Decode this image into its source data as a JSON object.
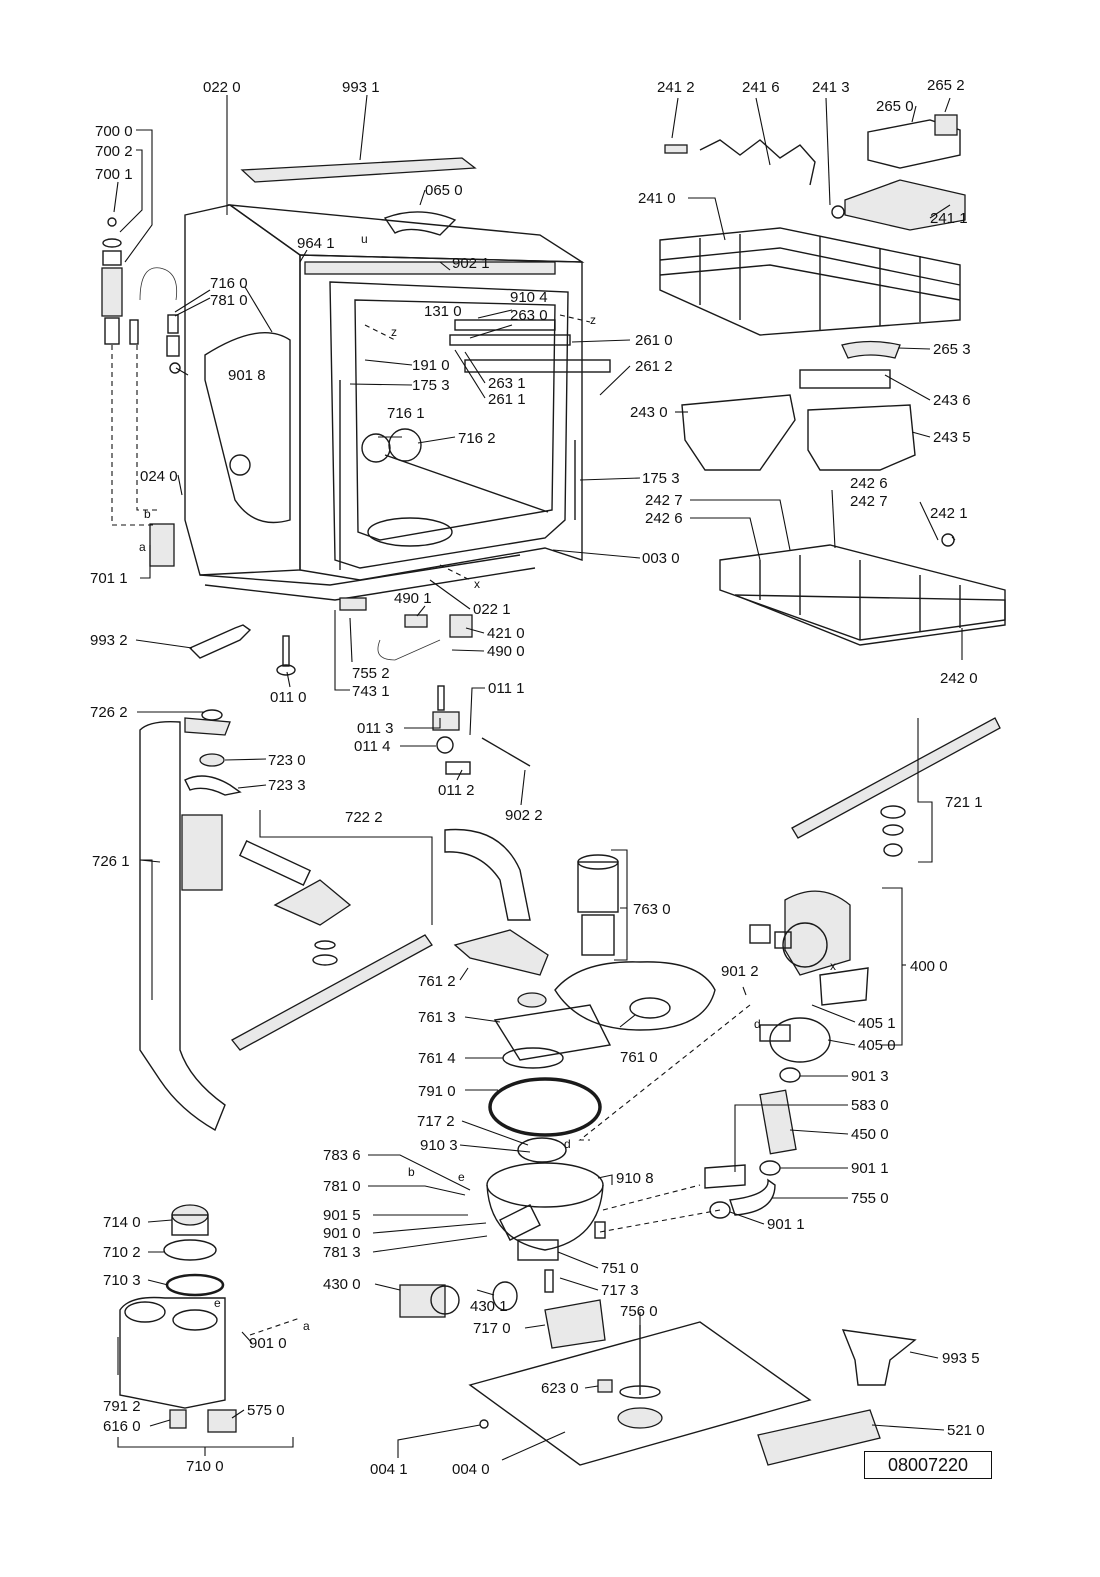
{
  "drawing_code": "08007220",
  "part_labels": {
    "p0220": "022 0",
    "p9931": "993 1",
    "p7000": "700 0",
    "p7002": "700 2",
    "p7001": "700 1",
    "p0650": "065 0",
    "p9641": "964 1",
    "p9021": "902 1",
    "p7160": "716 0",
    "p7810": "781 0",
    "p9104": "910 4",
    "p1310": "131 0",
    "p2630": "263 0",
    "p2610": "261 0",
    "p2612": "261 2",
    "p9018": "901 8",
    "p1910": "191 0",
    "p1753": "175 3",
    "p2631": "263 1",
    "p2611": "261 1",
    "p7161": "716 1",
    "p7162": "716 2",
    "p0240": "024 0",
    "p1753b": "175 3",
    "p0030": "003 0",
    "p7011": "701 1",
    "p4901": "490 1",
    "p0221": "022 1",
    "p4210": "421 0",
    "p4900": "490 0",
    "p9932": "993 2",
    "p7552": "755 2",
    "p0110": "011 0",
    "p7431": "743 1",
    "p2412": "241 2",
    "p2416": "241 6",
    "p2413": "241 3",
    "p2652": "265 2",
    "p2650": "265 0",
    "p2410": "241 0",
    "p2411": "241 1",
    "p2653": "265 3",
    "p2430": "243 0",
    "p2436": "243 6",
    "p2435": "243 5",
    "p2426": "242 6",
    "p2427": "242 7",
    "p2427b": "242 7",
    "p2426b": "242 6",
    "p2421": "242 1",
    "p2420": "242 0",
    "p7262": "726 2",
    "p7230": "723 0",
    "p7233": "723 3",
    "p0111": "011 1",
    "p0113": "011 3",
    "p0114": "011 4",
    "p0112": "011 2",
    "p9022": "902 2",
    "p7222": "722 2",
    "p7211": "721 1",
    "p7261": "726 1",
    "p7630": "763 0",
    "p7612": "761 2",
    "p4000": "400 0",
    "p9012": "901 2",
    "p7613": "761 3",
    "p4051": "405 1",
    "p7614": "761 4",
    "p7610": "761 0",
    "p4050": "405 0",
    "p7910": "791 0",
    "p9013": "901 3",
    "p7172": "717 2",
    "p5830": "583 0",
    "p9103": "910 3",
    "p4500": "450 0",
    "p7836": "783 6",
    "p9108": "910 8",
    "p9011": "901 1",
    "p7810b": "781 0",
    "p7550": "755 0",
    "p7140": "714 0",
    "p9015": "901 5",
    "p9011b": "901 1",
    "p9010": "901 0",
    "p7102": "710 2",
    "p7813": "781 3",
    "p7510": "751 0",
    "p7103": "710 3",
    "p4300": "430 0",
    "p4301": "430 1",
    "p7173": "717 3",
    "p7560": "756 0",
    "p7170": "717 0",
    "p9010b": "901 0",
    "p9935": "993 5",
    "p6230": "623 0",
    "p7912": "791 2",
    "p5750": "575 0",
    "p6160": "616 0",
    "p5210": "521 0",
    "p7100": "710 0",
    "p0041": "004 1",
    "p0040": "004 0"
  },
  "marker_letters": {
    "u": "u",
    "z1": "z",
    "z2": "z",
    "x1": "x",
    "x2": "x",
    "a1": "a",
    "b1": "b",
    "a2": "a",
    "b2": "b",
    "d1": "d",
    "d2": "d",
    "e1": "e",
    "e2": "e"
  }
}
